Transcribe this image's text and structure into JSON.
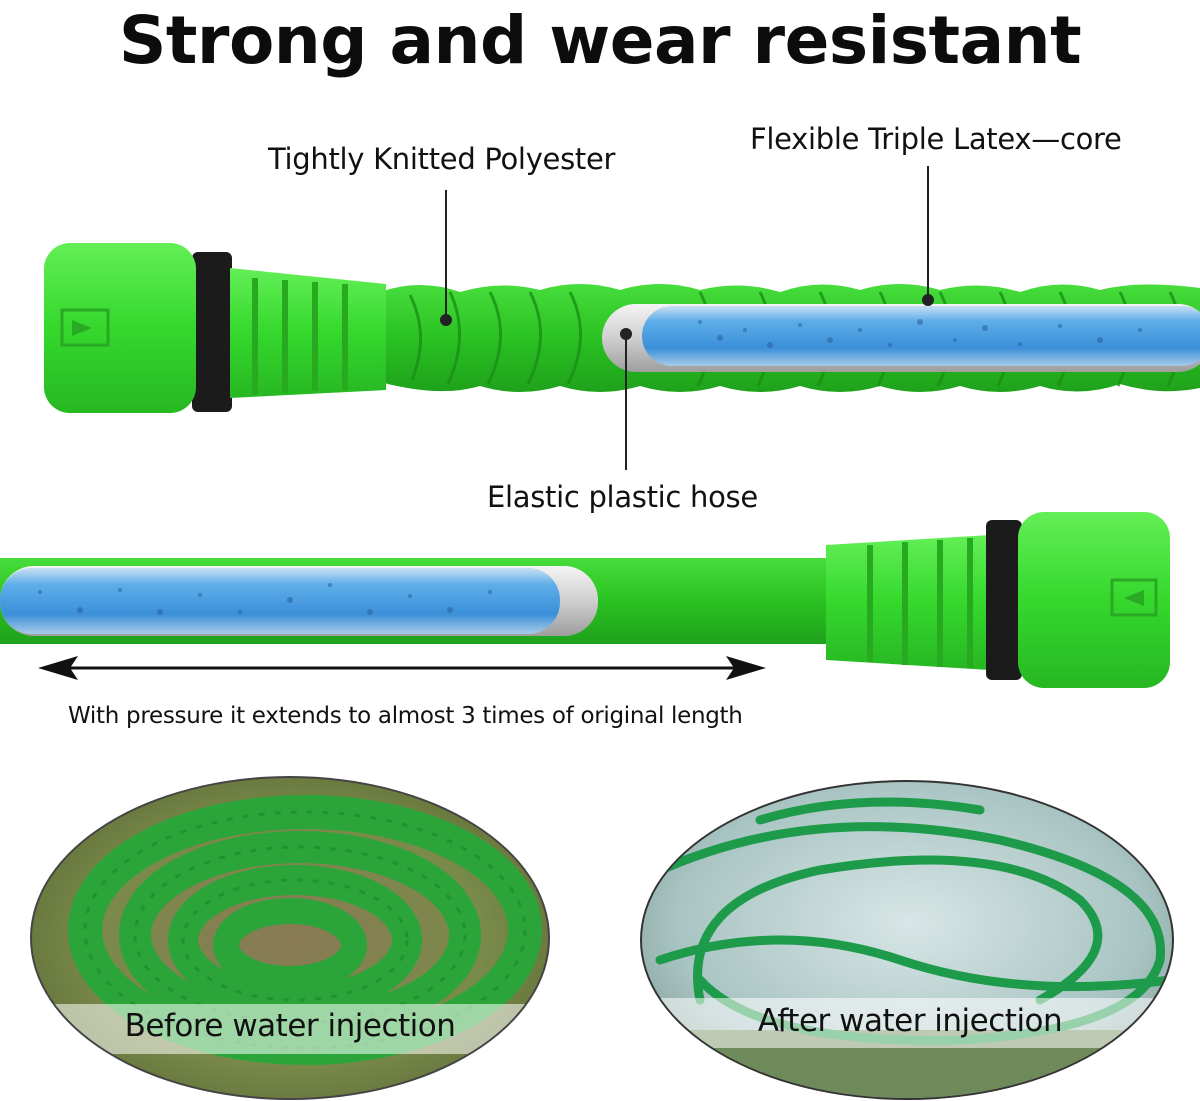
{
  "title": "Strong and wear resistant",
  "callouts": {
    "polyester": "Tightly Knitted Polyester",
    "latex_core": "Flexible Triple Latex—core",
    "plastic_hose": "Elastic plastic hose"
  },
  "extension_caption": "With pressure it extends to almost 3 times of original length",
  "comparison": {
    "before_label": "Before water injection",
    "after_label": "After water injection"
  },
  "colors": {
    "hose_green": "#2fd12f",
    "connector_green": "#3ee03a",
    "core_blue": "#4aa3e6",
    "text": "#111111"
  }
}
